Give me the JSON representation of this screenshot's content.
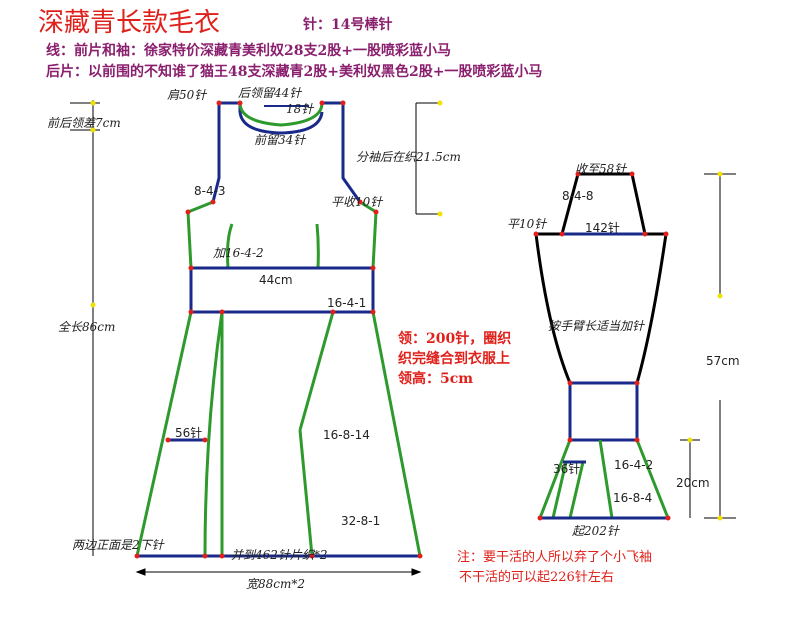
{
  "header": {
    "title": "深藏青长款毛衣",
    "needle": "针：14号棒针",
    "yarn_front": "线：前片和袖：徐家特价深藏青美利奴28支2股+一股喷彩蓝小马",
    "yarn_back": "后片：以前围的不知谁了猫王48支深藏青2股+美利奴黑色2股+一股喷彩蓝小马"
  },
  "body_piece": {
    "shoulder": "肩50针",
    "back_neck": "后领留44针",
    "back_neck_inner": "18针",
    "front_neck": "前留34针",
    "front_back_diff": "前后领差7cm",
    "split_after": "分袖后在织21.5cm",
    "decrease_843": "8-4-3",
    "flat10": "平收10针",
    "increase": "加16-4-2",
    "band": "44cm",
    "dec_1641": "16-4-1",
    "total_length": "全长86cm",
    "count56": "56针",
    "dec_16814": "16-8-14",
    "dec_3281": "32-8-1",
    "side_note": "两边正面是2下针",
    "cast_on": "并到462针片织*2",
    "width": "宽88cm*2"
  },
  "sleeve": {
    "cap_top": "收至58针",
    "cap_dec": "8-4-8",
    "flat10": "平10针",
    "count142": "142针",
    "arm_note": "按手臂长适当加针",
    "length": "57cm",
    "count36": "36针",
    "inc_1642": "16-4-2",
    "ruffle_len": "20cm",
    "inc_1684": "16-8-4",
    "cast_on": "起202针"
  },
  "collar": {
    "line1": "领：200针，圈织",
    "line2": "织完缝合到衣服上",
    "line3": "领高：5cm"
  },
  "footnote": {
    "line1": "注：要干活的人所以弃了个小飞袖",
    "line2": "不干活的可以起226针左右"
  },
  "colors": {
    "title": "#e0201a",
    "yarn_text": "#8a1f6e",
    "outline_blue": "#1a2a8a",
    "outline_green": "#2e9a2e",
    "outline_black": "#000000",
    "marker_red": "#e0201a",
    "marker_yellow": "#f2e000"
  }
}
